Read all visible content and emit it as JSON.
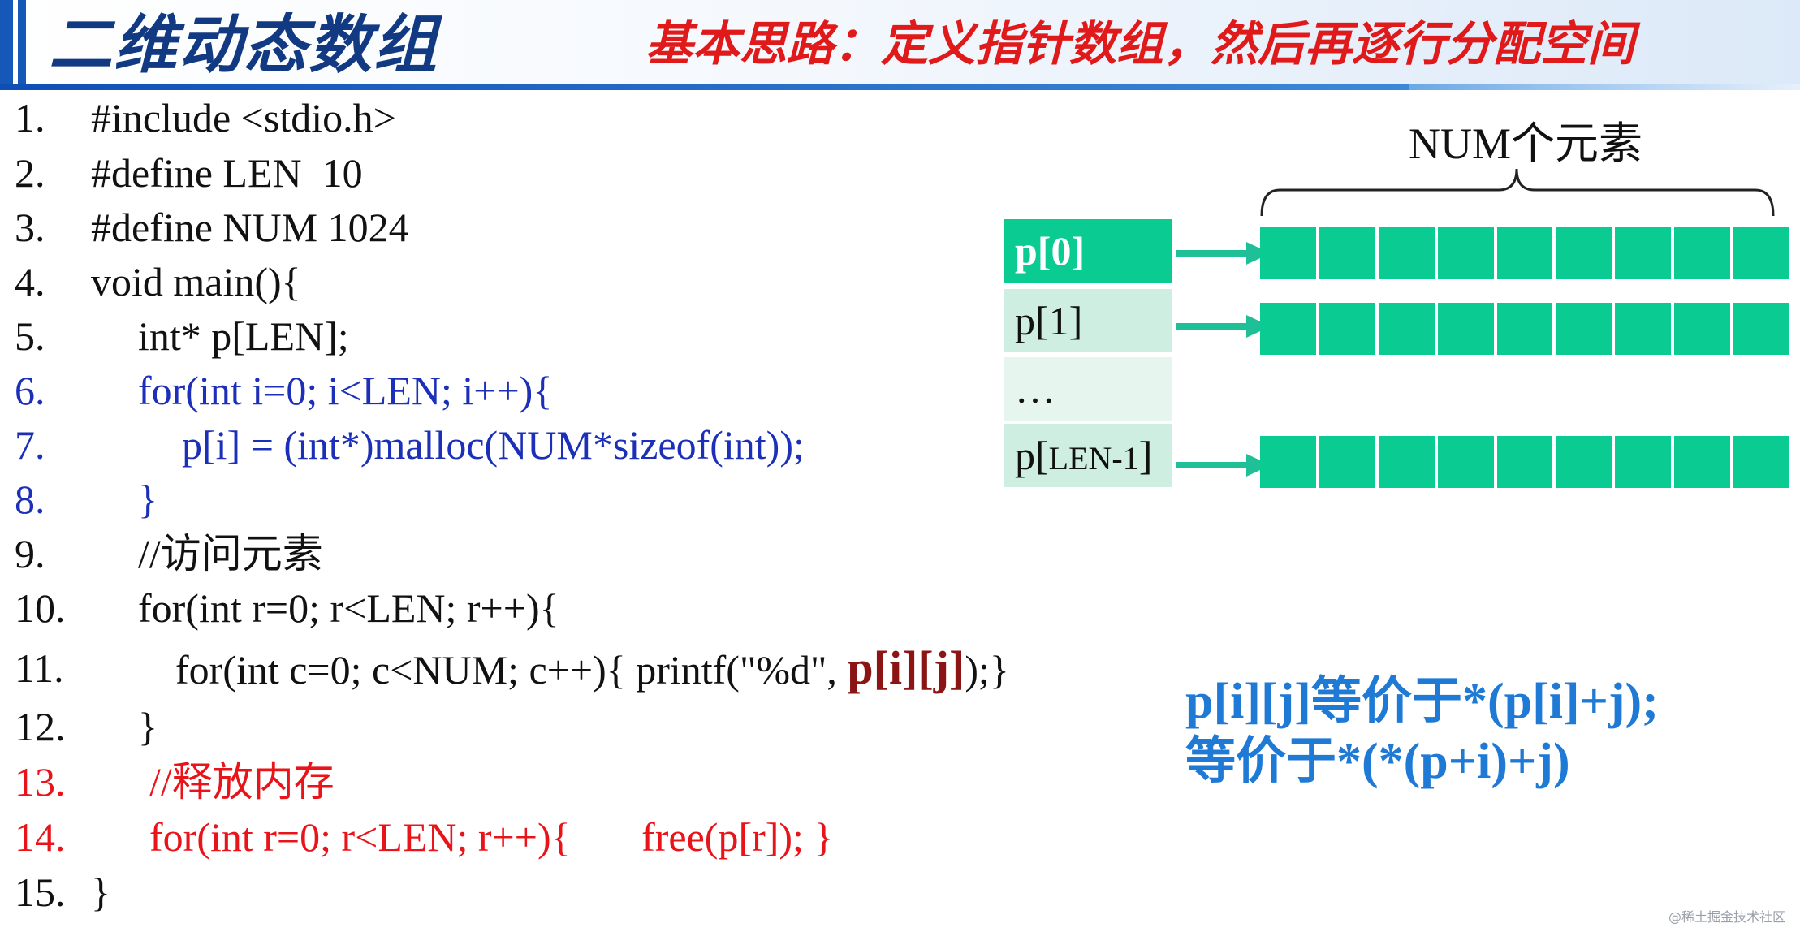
{
  "header": {
    "title": "二维动态数组",
    "subtitle": "基本思路：定义指针数组，然后再逐行分配空间"
  },
  "code": [
    {
      "num": "1.",
      "text": "#include <stdio.h>"
    },
    {
      "num": "2.",
      "text": "#define LEN  10"
    },
    {
      "num": "3.",
      "text": "#define NUM 1024"
    },
    {
      "num": "4.",
      "text": "void main(){"
    },
    {
      "num": "5.",
      "text": "int* p[LEN];"
    },
    {
      "num": "6.",
      "text": "for(int i=0; i<LEN; i++){"
    },
    {
      "num": "7.",
      "text": "p[i] = (int*)malloc(NUM*sizeof(int));"
    },
    {
      "num": "8.",
      "text": "}"
    },
    {
      "num": "9.",
      "text": "//访问元素"
    },
    {
      "num": "10.",
      "text": "for(int r=0; r<LEN; r++){"
    },
    {
      "num": "11.",
      "text_before": "for(int c=0; c<NUM; c++){ printf(\"%d\", ",
      "highlight": "p[i][j]",
      "text_after": ");}"
    },
    {
      "num": "12.",
      "text": "}"
    },
    {
      "num": "13.",
      "text": "//释放内存"
    },
    {
      "num": "14.",
      "text": "for(int r=0; r<LEN; r++){       free(p[r]); }"
    },
    {
      "num": "15.",
      "text": "}"
    }
  ],
  "diagram": {
    "brace_label": "NUM个元素",
    "pointers": [
      {
        "label": "p[0]",
        "bg": "#0acb92"
      },
      {
        "label": "p[1]",
        "bg": "#cdeee0"
      },
      {
        "label": "…",
        "bg": "#e6f6ef"
      },
      {
        "label_main": "p[",
        "label_small": "LEN-1",
        "label_end": "]",
        "bg": "#cdeee0"
      }
    ],
    "cells_per_row": 9,
    "array_color": "#0acb92"
  },
  "equivalence": {
    "line1": "p[i][j]等价于*(p[i]+j);",
    "line2": "等价于*(*(p+i)+j)"
  },
  "watermark": "@稀土掘金技术社区",
  "colors": {
    "accent_blue": "#1558b8",
    "title_navy": "#123a82",
    "subtitle_red": "#e01a1a",
    "code_blue": "#1c2fb8",
    "code_red": "#e8141a",
    "highlight_dark_red": "#8b1414",
    "equiv_blue": "#1f7ad6"
  }
}
